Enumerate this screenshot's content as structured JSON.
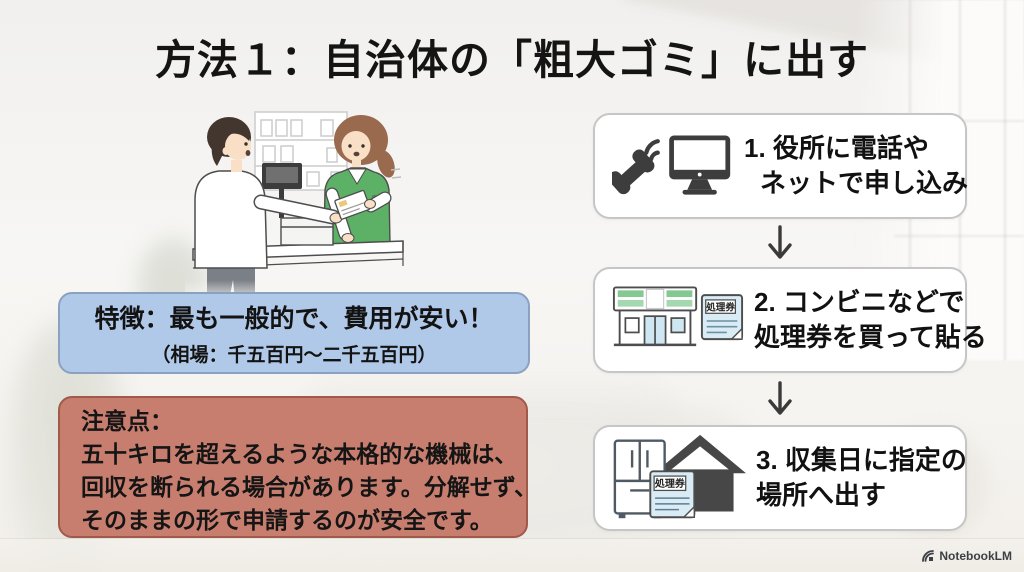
{
  "slide": {
    "title": "方法１：自治体の「粗大ゴミ」に出す",
    "brand": "NotebookLM"
  },
  "feature_box": {
    "line1": "特徴：最も一般的で、費用が安い！",
    "line2": "（相場：千五百円〜二千五百円）"
  },
  "caution_box": {
    "heading": "注意点：",
    "lines": [
      "五十キロを超えるような本格的な機械は、",
      "回収を断られる場合があります。分解せず、",
      "そのままの形で申請するのが安全です。"
    ]
  },
  "steps": [
    {
      "line1": "1. 役所に電話や",
      "line2": "ネットで申し込み",
      "icons": [
        "phone-icon",
        "monitor-icon"
      ]
    },
    {
      "line1": "2. コンビニなどで",
      "line2": "処理券を買って貼る",
      "icons": [
        "convenience-store-icon",
        "disposal-ticket-icon"
      ],
      "ticket_label": "処理券"
    },
    {
      "line1": "3. 収集日に指定の",
      "line2": "場所へ出す",
      "icons": [
        "refrigerator-icon",
        "disposal-ticket-icon",
        "house-icon"
      ],
      "ticket_label": "処理券"
    }
  ],
  "flow": {
    "arrow_icon": "down-arrow-icon",
    "direction": "down"
  },
  "illustration": {
    "name": "counter-handover-scene",
    "elements": [
      "customer",
      "clerk",
      "cash-register",
      "counter",
      "shelf",
      "ticket"
    ]
  },
  "colors": {
    "feature_box_bg": "#b1c9e8",
    "feature_box_border": "#8ba1c0",
    "caution_box_bg": "#c77e6f",
    "caution_box_border": "#a15a49",
    "step_box_bg": "#ffffff",
    "step_box_border": "#c6c6c6",
    "title_text": "#141414",
    "arrow": "#3a3a3a",
    "store_green": "#84c994",
    "ticket_blue": "#d9ecf6",
    "clerk_vest_green": "#5cb167"
  }
}
